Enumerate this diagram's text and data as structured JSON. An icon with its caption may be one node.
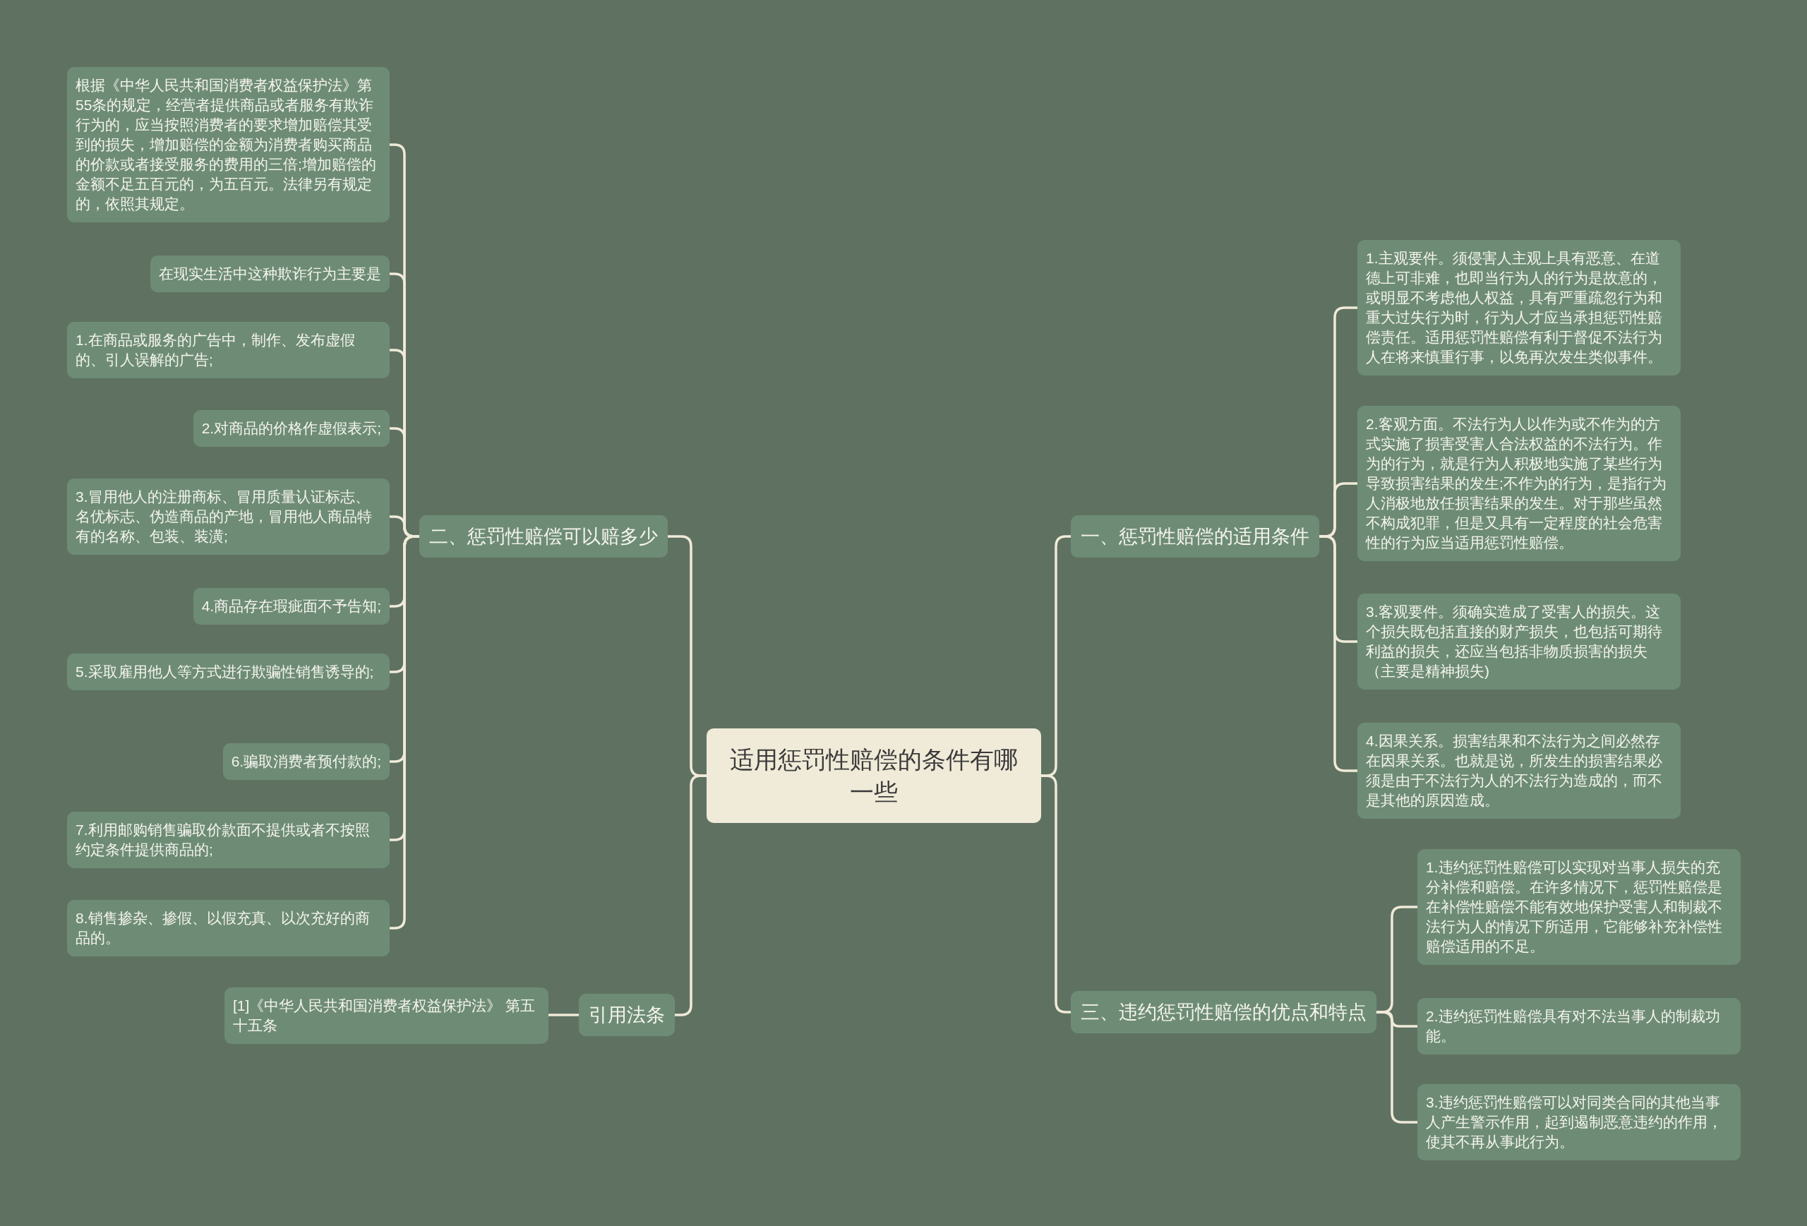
{
  "diagram": {
    "nodes": [
      {
        "text": [
          "适用惩罚性赔偿的条件有哪一些"
        ]
      },
      {
        "text": [
          "二、惩罚性赔偿可以赔多少"
        ]
      },
      {
        "text": [
          "根据《中华人民共和国消费者权益保护法》第55条的规定，经营者提供商品或者服务有欺诈行为的，应当按照消费者的要求增加赔偿其受到的损失，增加赔偿的金额为消费者购买商品的价款或者接受服务的费用的三倍;增加赔偿的金额不足五百元的，为五百元。法律另有规定的，依照其规定。"
        ]
      },
      {
        "text": [
          "在现实生活中这种欺诈行为主要是"
        ]
      },
      {
        "text": [
          "1.在商品或服务的广告中，制作、发布虚假的、引人误解的广告;"
        ]
      },
      {
        "text": [
          "2.对商品的价格作虚假表示;"
        ]
      },
      {
        "text": [
          "3.冒用他人的注册商标、冒用质量认证标志、名优标志、伪造商品的产地，冒用他人商品特有的名称、包装、装潢;"
        ]
      },
      {
        "text": [
          "4.商品存在瑕疵面不予告知;"
        ]
      },
      {
        "text": [
          "5.采取雇用他人等方式进行欺骗性销售诱导的;"
        ]
      },
      {
        "text": [
          "6.骗取消费者预付款的;"
        ]
      },
      {
        "text": [
          "7.利用邮购销售骗取价款面不提供或者不按照约定条件提供商品的;"
        ]
      },
      {
        "text": [
          "8.销售掺杂、掺假、以假充真、以次充好的商品的。"
        ]
      },
      {
        "text": [
          "引用法条"
        ]
      },
      {
        "text": [
          "[1]《中华人民共和国消费者权益保护法》 第五十五条"
        ]
      },
      {
        "text": [
          "一、惩罚性赔偿的适用条件"
        ]
      },
      {
        "text": [
          "1.主观要件。须侵害人主观上具有恶意、在道德上可非难，也即当行为人的行为是故意的，或明显不考虑他人权益，具有严重疏忽行为和重大过失行为时，行为人才应当承担惩罚性赔偿责任。适用惩罚性赔偿有利于督促不法行为人在将来慎重行事，以免再次发生类似事件。"
        ]
      },
      {
        "text": [
          "2.客观方面。不法行为人以作为或不作为的方式实施了损害受害人合法权益的不法行为。作为的行为，就是行为人积极地实施了某些行为导致损害结果的发生;不作为的行为，是指行为人消极地放任损害结果的发生。对于那些虽然不构成犯罪，但是又具有一定程度的社会危害性的行为应当适用惩罚性赔偿。"
        ]
      },
      {
        "text": [
          "3.客观要件。须确实造成了受害人的损失。这个损失既包括直接的财产损失，也包括可期待利益的损失，还应当包括非物质损害的损失（主要是精神损失)"
        ]
      },
      {
        "text": [
          "4.因果关系。损害结果和不法行为之间必然存在因果关系。也就是说，所发生的损害结果必须是由于不法行为人的不法行为造成的，而不是其他的原因造成。"
        ]
      },
      {
        "text": [
          "三、违约惩罚性赔偿的优点和特点"
        ]
      },
      {
        "text": [
          "1.违约惩罚性赔偿可以实现对当事人损失的充分补偿和赔偿。在许多情况下，惩罚性赔偿是在补偿性赔偿不能有效地保护受害人和制裁不法行为人的情况下所适用，它能够补充补偿性赔偿适用的不足。"
        ]
      },
      {
        "text": [
          "2.违约惩罚性赔偿具有对不法当事人的制裁功能。"
        ]
      },
      {
        "text": [
          "3.违约惩罚性赔偿可以对同类合同的其他当事人产生警示作用，起到遏制恶意违约的作用，使其不再从事此行为。"
        ]
      }
    ],
    "edges": [
      {
        "from": 0,
        "to": 1,
        "arrow": "none"
      },
      {
        "from": 1,
        "to": 2,
        "arrow": "none"
      },
      {
        "from": 1,
        "to": 3,
        "arrow": "none"
      },
      {
        "from": 1,
        "to": 4,
        "arrow": "none"
      },
      {
        "from": 1,
        "to": 5,
        "arrow": "none"
      },
      {
        "from": 1,
        "to": 6,
        "arrow": "none"
      },
      {
        "from": 1,
        "to": 7,
        "arrow": "none"
      },
      {
        "from": 1,
        "to": 8,
        "arrow": "none"
      },
      {
        "from": 1,
        "to": 9,
        "arrow": "none"
      },
      {
        "from": 1,
        "to": 10,
        "arrow": "none"
      },
      {
        "from": 1,
        "to": 11,
        "arrow": "none"
      },
      {
        "from": 0,
        "to": 12,
        "arrow": "none"
      },
      {
        "from": 12,
        "to": 13,
        "arrow": "none"
      },
      {
        "from": 0,
        "to": 14,
        "arrow": "none"
      },
      {
        "from": 14,
        "to": 15,
        "arrow": "none"
      },
      {
        "from": 14,
        "to": 16,
        "arrow": "none"
      },
      {
        "from": 14,
        "to": 17,
        "arrow": "none"
      },
      {
        "from": 14,
        "to": 18,
        "arrow": "none"
      },
      {
        "from": 0,
        "to": 19,
        "arrow": "none"
      },
      {
        "from": 19,
        "to": 20,
        "arrow": "none"
      },
      {
        "from": 19,
        "to": 21,
        "arrow": "none"
      },
      {
        "from": 19,
        "to": 22,
        "arrow": "none"
      }
    ]
  }
}
